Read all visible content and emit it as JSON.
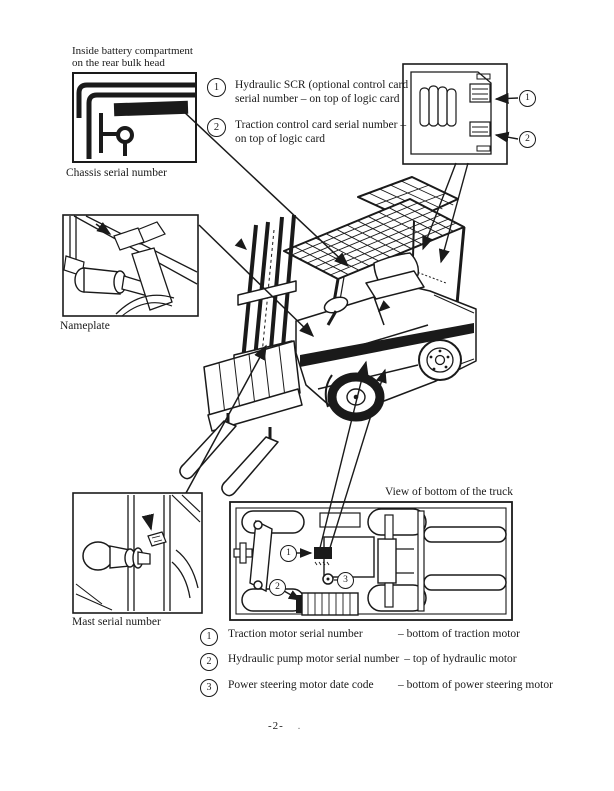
{
  "colors": {
    "ink": "#1a1a1a",
    "paper": "#ffffff"
  },
  "insets": {
    "chassis": {
      "caption_line1": "Inside battery compartment",
      "caption_line2": "on the rear bulk head",
      "label": "Chassis serial number"
    },
    "logic_card": {
      "callouts": [
        "1",
        "2"
      ]
    },
    "nameplate": {
      "label": "Nameplate"
    },
    "mast": {
      "label": "Mast serial number"
    },
    "bottom_view": {
      "label": "View of bottom of the truck",
      "callouts": [
        "1",
        "2",
        "3"
      ]
    }
  },
  "top_callouts": [
    {
      "num": "1",
      "line1": "Hydraulic SCR (optional control card",
      "line2": "serial number – on top of logic card"
    },
    {
      "num": "2",
      "line1": "Traction control card serial number –",
      "line2": "on top of logic card"
    }
  ],
  "bottom_callouts": [
    {
      "num": "1",
      "label": "Traction motor serial number",
      "location": "– bottom of traction motor"
    },
    {
      "num": "2",
      "label": "Hydraulic pump motor serial number",
      "location": "– top of hydraulic motor"
    },
    {
      "num": "3",
      "label": "Power steering motor date code",
      "location": "– bottom of power steering motor"
    }
  ],
  "footer": {
    "page_number": "-2-",
    "trailing_mark": "."
  }
}
